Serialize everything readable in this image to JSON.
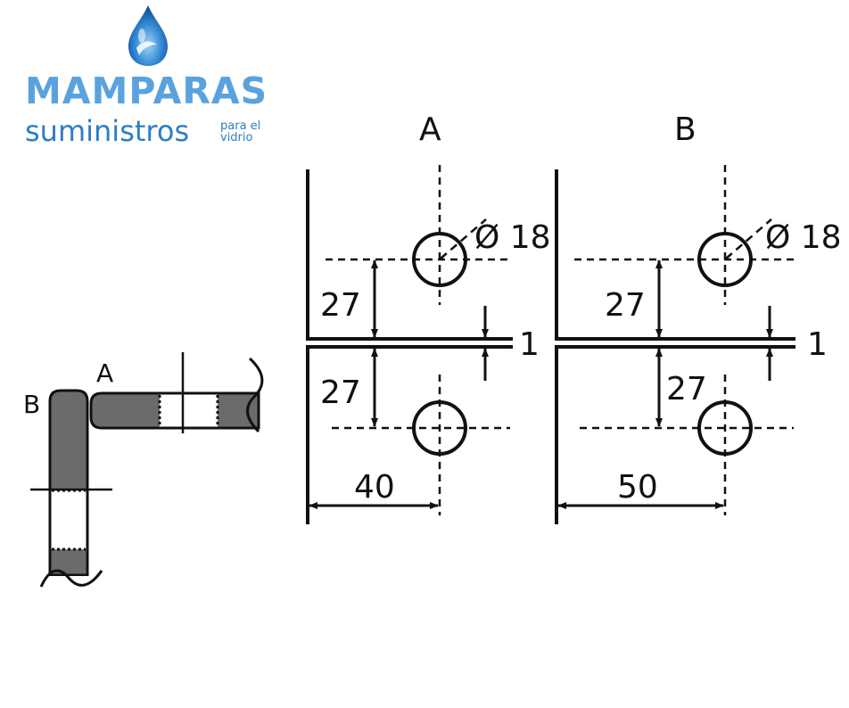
{
  "brand": {
    "name": "MAMPARAS",
    "sub": "suministros",
    "tag_line1": "para el",
    "tag_line2": "vidrio"
  },
  "colors": {
    "brand_light": "#5aa2dd",
    "brand_dark": "#2d7ec2",
    "bar_fill": "#6b6b6b",
    "line": "#111111"
  },
  "sketch": {
    "label_a": "A",
    "label_b": "B"
  },
  "view_a": {
    "title": "A",
    "hole_diameter": "Ø 18",
    "offset_top": "27",
    "offset_bottom": "27",
    "gap": "1",
    "width": "40"
  },
  "view_b": {
    "title": "B",
    "hole_diameter": "Ø 18",
    "offset_top": "27",
    "offset_bottom": "27",
    "gap": "1",
    "width": "50"
  }
}
